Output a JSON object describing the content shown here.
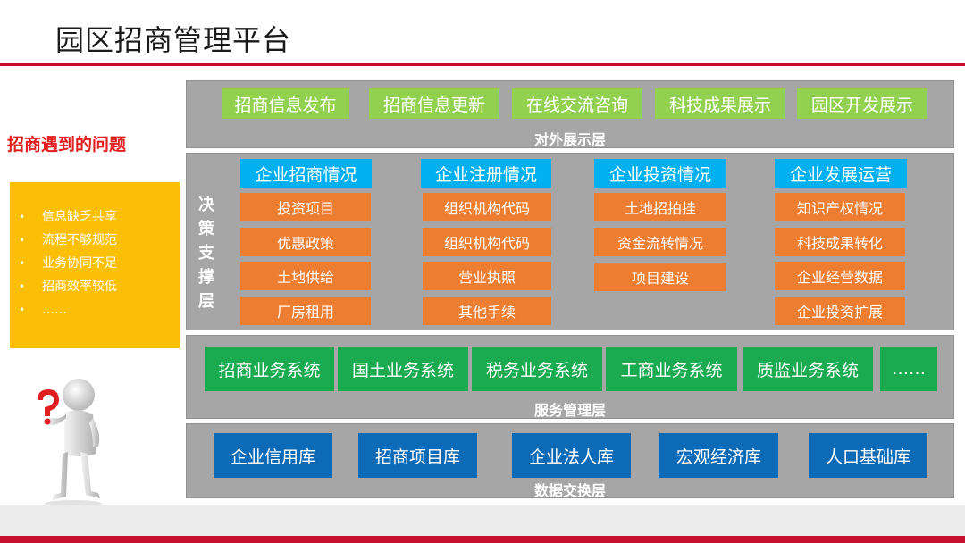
{
  "title": "园区招商管理平台",
  "problems": {
    "heading": "招商遇到的问题",
    "items": [
      "信息缺乏共享",
      "流程不够规范",
      "业务协同不足",
      "招商效率较低",
      "……"
    ]
  },
  "layers": {
    "display": {
      "label": "对外展示层",
      "items": [
        "招商信息发布",
        "招商信息更新",
        "在线交流咨询",
        "科技成果展示",
        "园区开发展示"
      ]
    },
    "decision": {
      "label": "决策支撑层",
      "label_chars": [
        "决",
        "策",
        "支",
        "撑",
        "层"
      ],
      "columns": [
        {
          "header": "企业招商情况",
          "items": [
            "投资项目",
            "优惠政策",
            "土地供给",
            "厂房租用"
          ]
        },
        {
          "header": "企业注册情况",
          "items": [
            "组织机构代码",
            "组织机构代码",
            "营业执照",
            "其他手续"
          ]
        },
        {
          "header": "企业投资情况",
          "items": [
            "土地招拍挂",
            "资金流转情况",
            "项目建设"
          ]
        },
        {
          "header": "企业发展运营",
          "items": [
            "知识产权情况",
            "科技成果转化",
            "企业经营数据",
            "企业投资扩展"
          ]
        }
      ]
    },
    "service": {
      "label": "服务管理层",
      "items": [
        "招商业务系统",
        "国土业务系统",
        "税务业务系统",
        "工商业务系统",
        "质监业务系统",
        "……"
      ]
    },
    "data": {
      "label": "数据交换层",
      "items": [
        "企业信用库",
        "招商项目库",
        "企业法人库",
        "宏观经济库",
        "人口基础库"
      ]
    }
  },
  "colors": {
    "accent_red": "#c8102e",
    "problem_box": "#fbbf05",
    "layer_bg": "#a6a6a6",
    "display_pill": "#92d050",
    "decision_header": "#00b0f0",
    "decision_item": "#ed7d31",
    "service_pill": "#1aaa50",
    "data_pill": "#0d6ab7"
  }
}
